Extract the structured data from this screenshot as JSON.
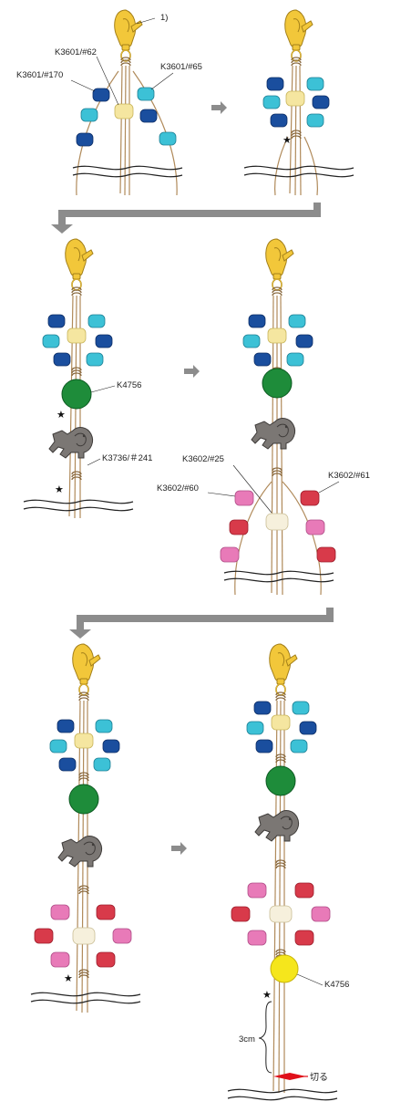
{
  "steps": [
    {
      "number": "1)"
    },
    {
      "number": ""
    },
    {
      "number": ""
    },
    {
      "number": ""
    },
    {
      "number": ""
    },
    {
      "number": ""
    }
  ],
  "labels": {
    "k3601_62": "K3601/#62",
    "k3601_170": "K3601/#170",
    "k3601_65": "K3601/#65",
    "k4756": "K4756",
    "k3736_241": "K3736/＃241",
    "k3602_25": "K3602/#25",
    "k3602_60": "K3602/#60",
    "k3602_61": "K3602/#61",
    "k4756_b": "K4756",
    "length": "3cm",
    "cut": "切る"
  },
  "symbols": {
    "star": "★"
  },
  "colors": {
    "cord": "#b08a5a",
    "gold": "#f2c73a",
    "dark_blue": "#1a4e9e",
    "light_blue": "#3cc1d6",
    "cream": "#f5e6a0",
    "green": "#1e8c3a",
    "gray": "#7b7774",
    "pink": "#e87ab8",
    "red": "#d83a4a",
    "ivory": "#f6f0dc",
    "yellow": "#f5e61c",
    "arrow": "#8c8c8c",
    "cut_mark": "#e0101a"
  }
}
